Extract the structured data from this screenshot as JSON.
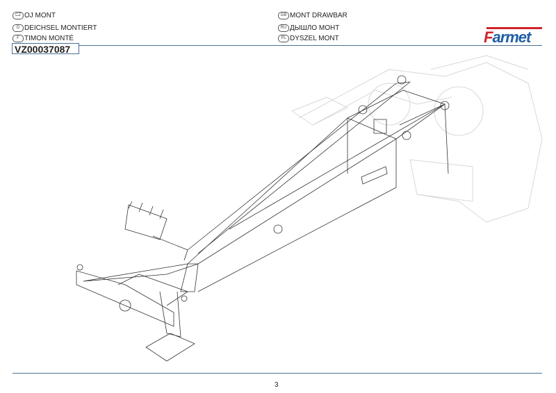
{
  "titles": [
    {
      "lang": "CZ",
      "text": "OJ MONT"
    },
    {
      "lang": "D",
      "text": "DEICHSEL MONTIERT"
    },
    {
      "lang": "F",
      "text": "TIMON MONTÉ"
    },
    {
      "lang": "GB",
      "text": "MONT DRAWBAR"
    },
    {
      "lang": "RU",
      "text": "ДЫШЛО МОНТ"
    },
    {
      "lang": "PL",
      "text": "DYSZEL MONT"
    }
  ],
  "part_code": "VZ00037087",
  "logo": {
    "text": "Farmet",
    "colors": {
      "red": "#d2232a",
      "blue": "#1f5fa6"
    }
  },
  "page_number": "3",
  "accent_color": "#4a6f95"
}
